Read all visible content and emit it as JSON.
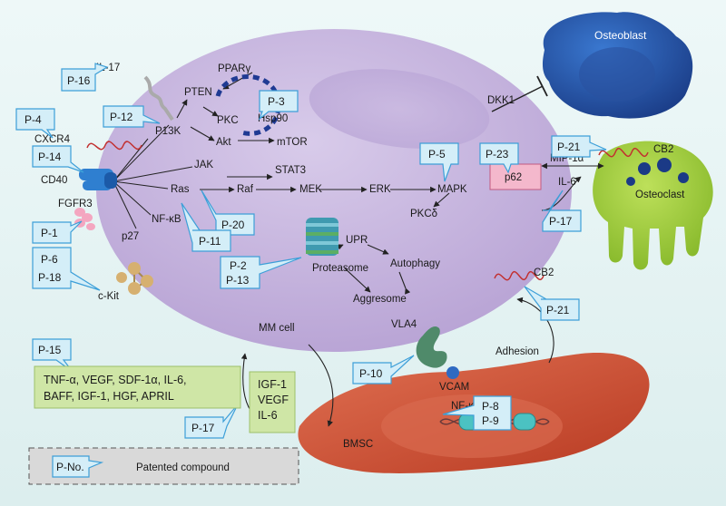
{
  "cells": {
    "mm_cell": "MM cell",
    "osteoblast": "Osteoblast",
    "osteoclast": "Osteoclast",
    "bmsc": "BMSC"
  },
  "nodes": {
    "il17_top": "IL-17",
    "ppar": "PPARγ",
    "pten": "PTEN",
    "pkc": "PKC",
    "hsp90": "Hsp90",
    "akt": "Akt",
    "mtor": "mTOR",
    "cxcr4": "CXCR4",
    "p13k": "P13K",
    "cd40": "CD40",
    "jak": "JAK",
    "stat3": "STAT3",
    "ras": "Ras",
    "raf": "Raf",
    "mek": "MEK",
    "erk": "ERK",
    "mapk": "MAPK",
    "fgfr3": "FGFR3",
    "nfkb_mm": "NF-κB",
    "p27": "p27",
    "ckit": "c-Kit",
    "proteasome": "Proteasome",
    "upr": "UPR",
    "autophagy": "Autophagy",
    "aggresome": "Aggresome",
    "dkk1": "DKK1",
    "p62": "p62",
    "pkcdelta": "PKCδ",
    "mip1a": "MIP-1α",
    "il6_right": "IL-6",
    "cb2_top": "CB2",
    "cb2_mid": "CB2",
    "vla4": "VLA4",
    "vcam": "VCAM",
    "adhesion": "Adhesion",
    "nfkb_bmsc": "NF-κB"
  },
  "callouts": {
    "p16": "P-16",
    "p4": "P-4",
    "p12": "P-12",
    "p3": "P-3",
    "p14": "P-14",
    "p1": "P-1",
    "p6": "P-6",
    "p18": "P-18",
    "p20": "P-20",
    "p11": "P-11",
    "p2": "P-2",
    "p13": "P-13",
    "p5": "P-5",
    "p23": "P-23",
    "p21_top": "P-21",
    "p17_right": "P-17",
    "p21_mid": "P-21",
    "p15": "P-15",
    "p10": "P-10",
    "p8": "P-8",
    "p9": "P-9",
    "p17_bottom": "P-17"
  },
  "cytokines": {
    "line1": "TNF-α, VEGF, SDF-1α, IL-6,",
    "line2": "BAFF, IGF-1, HGF, APRIL",
    "igf1": "IGF-1",
    "vegf": "VEGF",
    "il6": "IL-6"
  },
  "legend": {
    "symbol": "P-No.",
    "text": "Patented compound"
  },
  "colors": {
    "background": "#e6f3f3",
    "mm_cell": "#c9b7e0",
    "callout_fill": "#d4eef8",
    "callout_stroke": "#3d9fd8",
    "green_box": "#cfe6a6",
    "osteoblast": "#2f5fb4",
    "osteoclast": "#9ac93c",
    "bmsc": "#d4553a",
    "p62_box": "#f4b8cc"
  }
}
